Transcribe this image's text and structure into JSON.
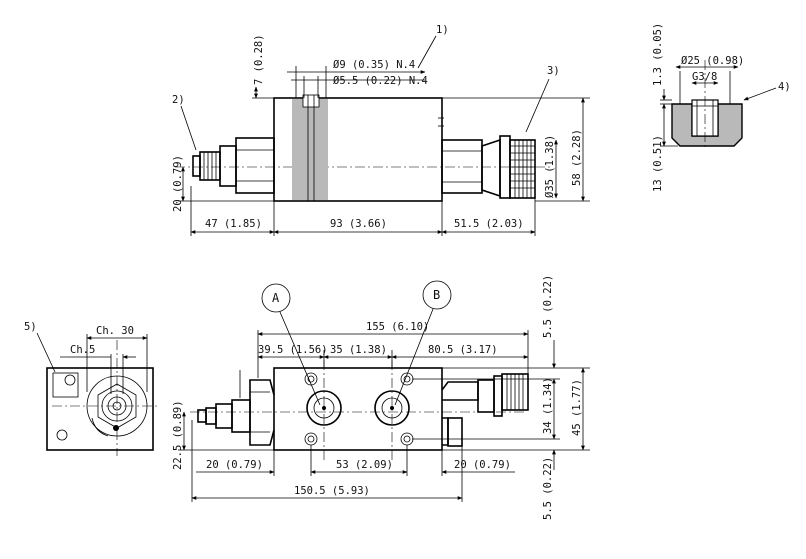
{
  "callouts": {
    "c1": "1)",
    "c2": "2)",
    "c3": "3)",
    "c4": "4)",
    "c5": "5)",
    "port_a": "A",
    "port_b": "B"
  },
  "top_view": {
    "dim_hole_large": "Ø9 (0.35) N.4",
    "dim_hole_small": "Ø5.5 (0.22) N.4",
    "dim_counterbore_depth": "7 (0.28)",
    "dim_left": "47 (1.85)",
    "dim_body": "93 (3.66)",
    "dim_right": "51.5 (2.03)",
    "dim_height": "58 (2.28)",
    "dim_knob_dia": "Ø35 (1.38)",
    "dim_axis": "20 (0.79)"
  },
  "detail_view": {
    "dim_dia": "Ø25 (0.98)",
    "dim_thread": "G3/8",
    "dim_top": "1.3 (0.05)",
    "dim_depth": "13 (0.51)"
  },
  "end_view": {
    "dim_ch30": "Ch. 30",
    "dim_ch5": "Ch.5"
  },
  "bottom_view": {
    "dim_overall": "155 (6.10)",
    "dim_a": "39.5 (1.56)",
    "dim_ab": "35 (1.38)",
    "dim_b": "80.5 (3.17)",
    "dim_left_edge": "20 (0.79)",
    "dim_hole_span": "53 (2.09)",
    "dim_right_edge": "20 (0.79)",
    "dim_total": "150.5 (5.93)",
    "dim_axis_height": "22.5 (0.89)",
    "dim_top_edge": "5.5 (0.22)",
    "dim_hole_v": "34 (1.34)",
    "dim_body_h": "45 (1.77)",
    "dim_bottom_edge": "5.5 (0.22)"
  }
}
